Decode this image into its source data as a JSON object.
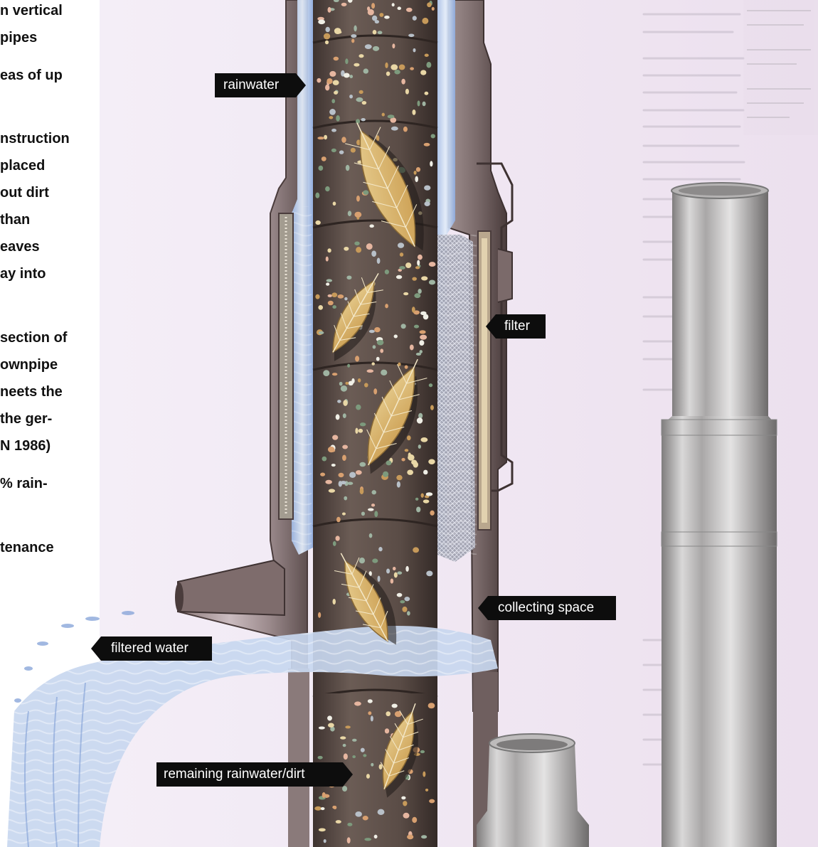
{
  "side_text": {
    "lines": [
      "n vertical",
      "pipes",
      "eas of up",
      "nstruction",
      "placed",
      "out dirt",
      "than",
      "eaves",
      "ay into",
      "section of",
      "ownpipe",
      "neets the",
      "the ger-",
      "N 1986)",
      "% rain-",
      "tenance"
    ]
  },
  "callouts": {
    "rainwater": "rainwater",
    "filter": "filter",
    "collecting_space": "collecting space",
    "filtered_water": "filtered water",
    "remaining": "remaining rainwater/dirt"
  },
  "colors": {
    "page_background": "#efe2f0",
    "callout_background": "#0d0d0d",
    "callout_text": "#ffffff",
    "water": "#b9cdea",
    "pipe_dark": "#6e5d5d",
    "pipe_light": "#cdbdc3",
    "leaf": "#d7b672",
    "steel": "#c8c6c6"
  },
  "icons": [
    "leaf-icon",
    "dirt-particles",
    "filter-mesh",
    "stainless-pipe"
  ]
}
